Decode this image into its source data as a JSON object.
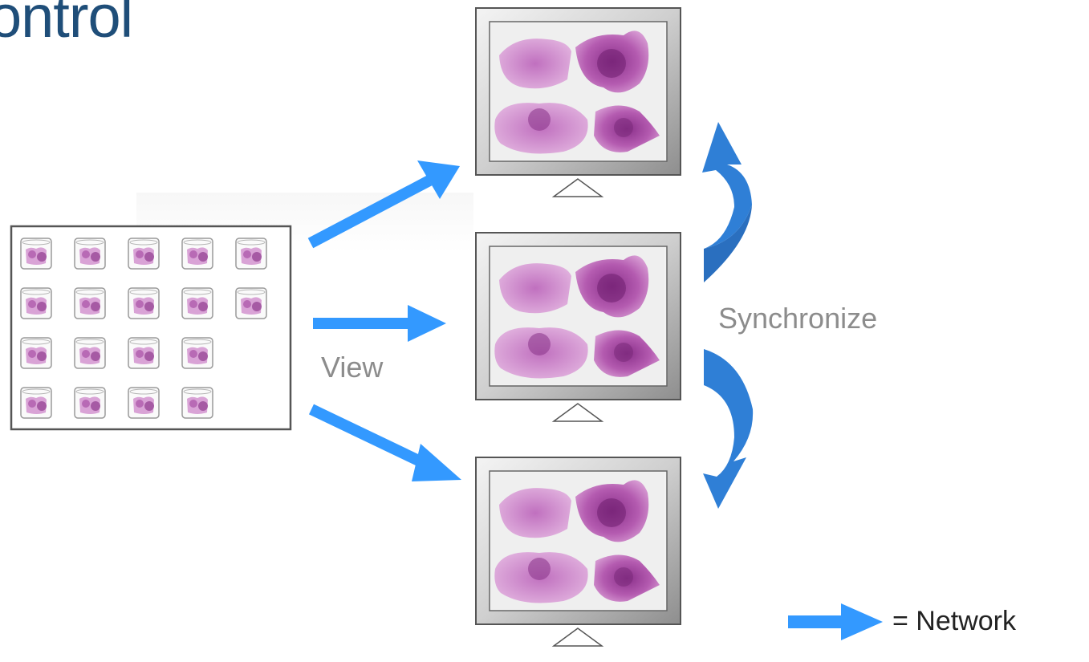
{
  "title": "ontrol",
  "labels": {
    "view": "View",
    "synchronize": "Synchronize",
    "legend": "= Network"
  },
  "colors": {
    "network_arrow": "#3399ff",
    "sync_arrow": "#2f7fd6",
    "title": "#1f4e79",
    "label": "#8c8c8c"
  },
  "slide_library": {
    "rows": [
      5,
      5,
      4,
      4
    ]
  },
  "monitors": [
    "monitor-top",
    "monitor-middle",
    "monitor-bottom"
  ]
}
